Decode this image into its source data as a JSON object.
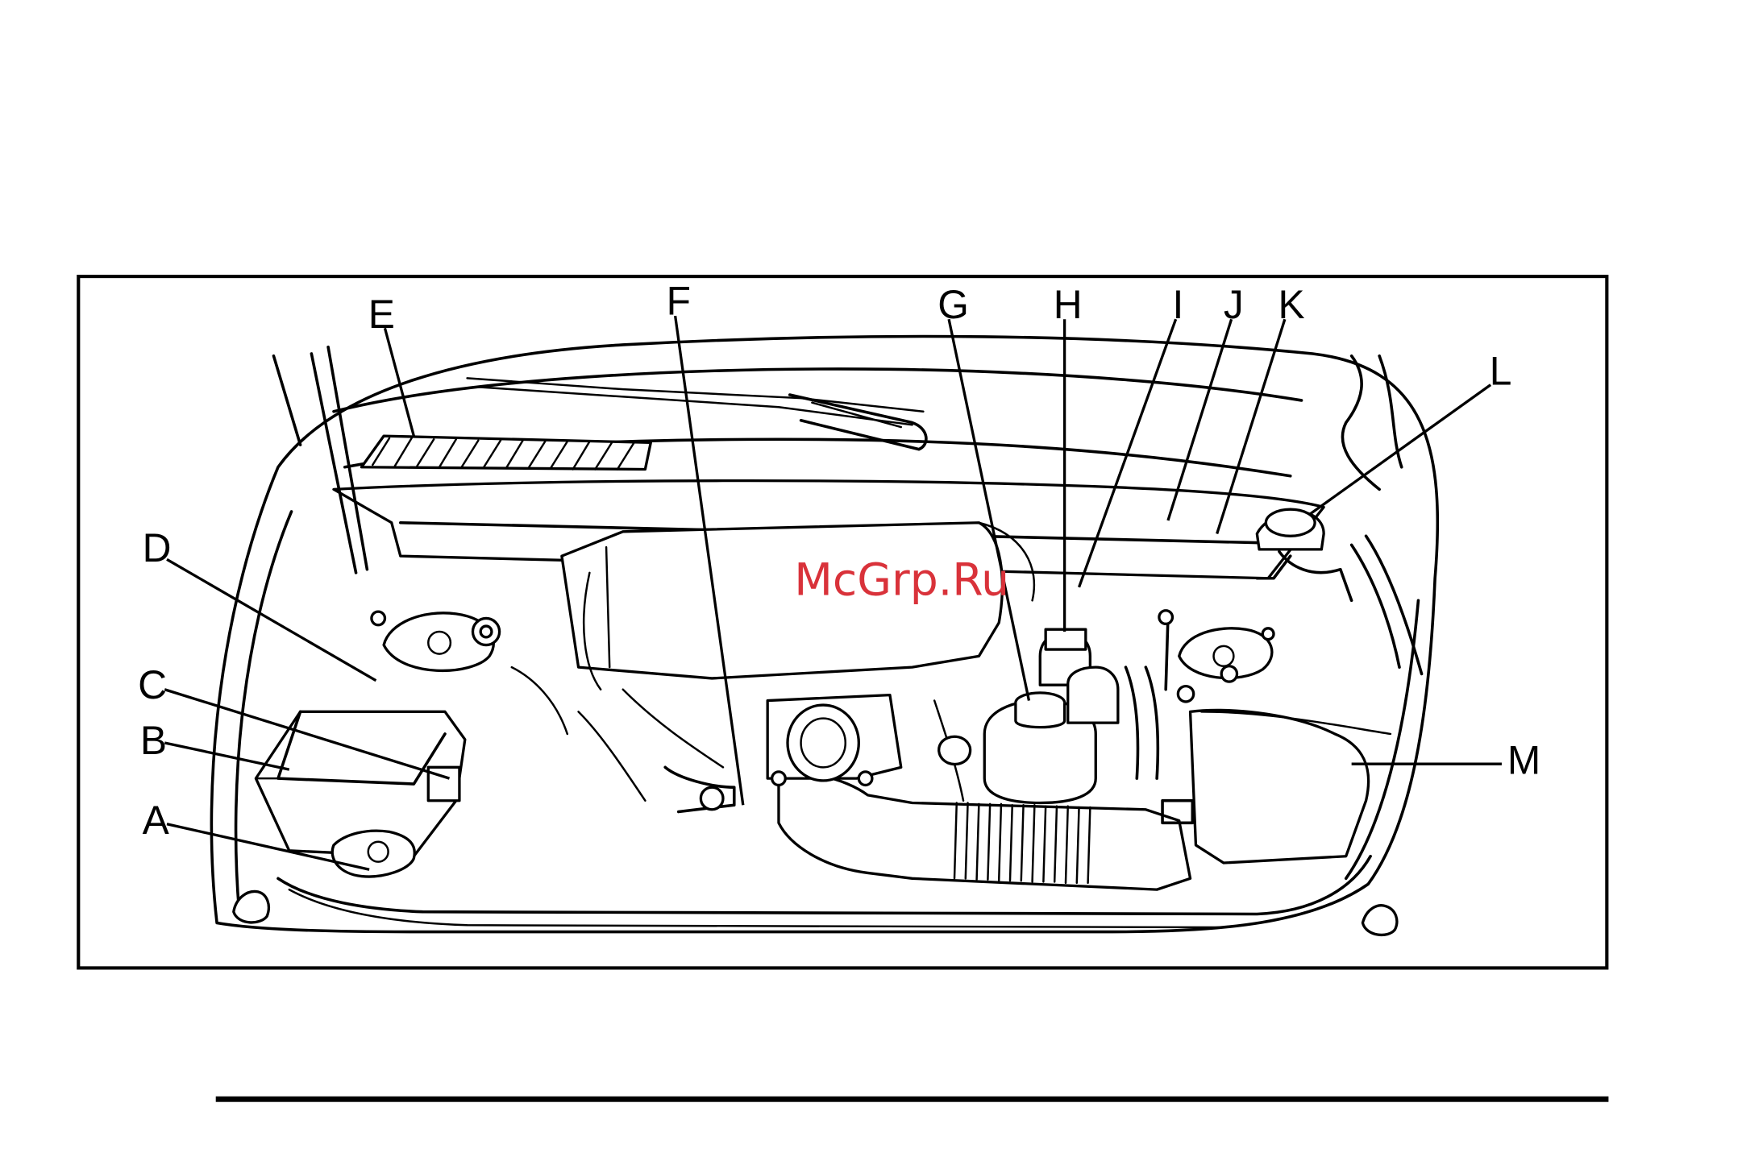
{
  "diagram": {
    "callouts": [
      {
        "letter": "A"
      },
      {
        "letter": "B"
      },
      {
        "letter": "C"
      },
      {
        "letter": "D"
      },
      {
        "letter": "E"
      },
      {
        "letter": "F"
      },
      {
        "letter": "G"
      },
      {
        "letter": "H"
      },
      {
        "letter": "I"
      },
      {
        "letter": "J"
      },
      {
        "letter": "K"
      },
      {
        "letter": "L"
      },
      {
        "letter": "M"
      }
    ]
  },
  "watermark": "McGrp.Ru"
}
